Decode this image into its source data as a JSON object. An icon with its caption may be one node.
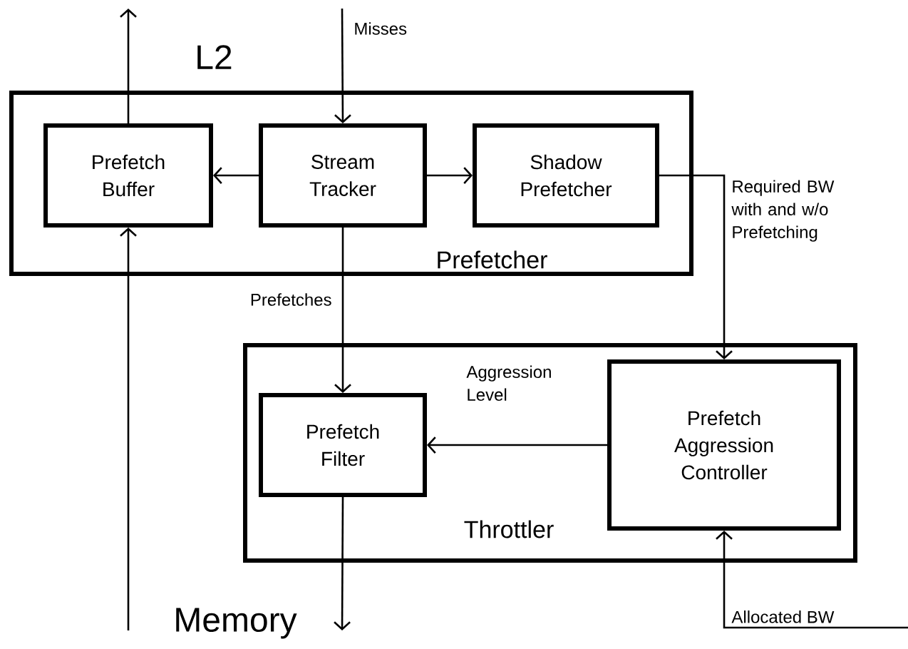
{
  "diagram": {
    "nodes": [
      {
        "text": [
          "Prefetcher"
        ]
      },
      {
        "text": [
          "Prefetch Buffer"
        ],
        "in": 0
      },
      {
        "text": [
          "Stream Tracker"
        ],
        "in": 0
      },
      {
        "text": [
          "Shadow Prefetcher"
        ],
        "in": 0
      },
      {
        "text": [
          "Throttler"
        ]
      },
      {
        "text": [
          "Prefetch Filter"
        ],
        "in": 4
      },
      {
        "text": [
          "Prefetch Aggression Controller"
        ],
        "in": 4
      }
    ],
    "edges": [
      {
        "from": 2,
        "to": 1,
        "arrow": "to"
      },
      {
        "from": 2,
        "to": 3,
        "arrow": "to"
      },
      {
        "from": null,
        "to": 2,
        "arrow": "to",
        "label": "Misses"
      },
      {
        "from": 1,
        "to": null,
        "arrow": "to"
      },
      {
        "from": null,
        "to": 1,
        "arrow": "to"
      },
      {
        "from": 2,
        "to": 5,
        "arrow": "to",
        "label": "Prefetches"
      },
      {
        "from": 3,
        "to": 6,
        "arrow": "to",
        "label": "Required BW with and w/o Prefetching"
      },
      {
        "from": 6,
        "to": 5,
        "arrow": "to",
        "label": "Aggression Level"
      },
      {
        "from": 5,
        "to": null,
        "arrow": "to"
      },
      {
        "from": null,
        "to": 6,
        "arrow": "to",
        "label": "Allocated BW"
      }
    ],
    "labels": [
      "L2",
      "Memory"
    ]
  }
}
